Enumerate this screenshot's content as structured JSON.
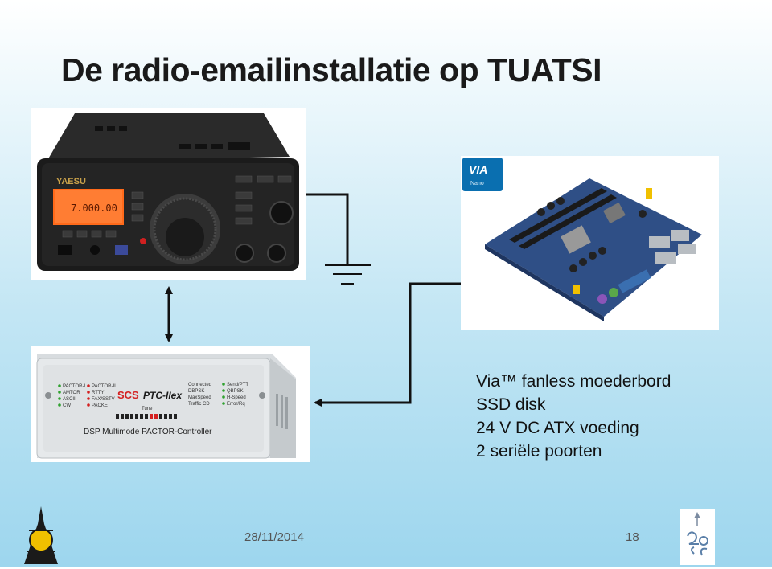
{
  "slide": {
    "title": "De radio-emailinstallatie op TUATSI",
    "specs": [
      "Via™ fanless moederbord",
      "SSD disk",
      "24 V DC ATX voeding",
      "2 seriële poorten"
    ],
    "date": "28/11/2014",
    "page_number": "18"
  },
  "photos": {
    "radio": {
      "brand": "YAESU",
      "frequency": "7.000.00"
    },
    "pactor": {
      "brand": "SCS",
      "model": "PTC-IIex",
      "tune_label": "Tune",
      "caption": "DSP Multimode PACTOR-Controller",
      "left_leds": [
        "PACTOR-I",
        "AMTOR",
        "ASCII",
        "CW"
      ],
      "mid_leds": [
        "PACTOR-II",
        "RTTY",
        "FAX/SSTV",
        "PACKET"
      ],
      "right_leds": [
        "Connected",
        "DBPSK",
        "MaxSpeed",
        "Traffic CD"
      ],
      "far_leds": [
        "Send/PTT",
        "QBPSK",
        "H-Speed",
        "Error/Rq"
      ]
    },
    "board": {
      "logo_text": "VIA",
      "logo_sub": "Nano"
    }
  },
  "colors": {
    "radio_display": "#ff6a1a",
    "pactor_red": "#d42020",
    "via_logo": "#0a6fb0",
    "board_blue": "#2f4f86"
  },
  "icons": {
    "ground": "ground-symbol-icon",
    "left_logo": "radio-club-logo-icon",
    "right_logo": "event-logo-icon"
  }
}
